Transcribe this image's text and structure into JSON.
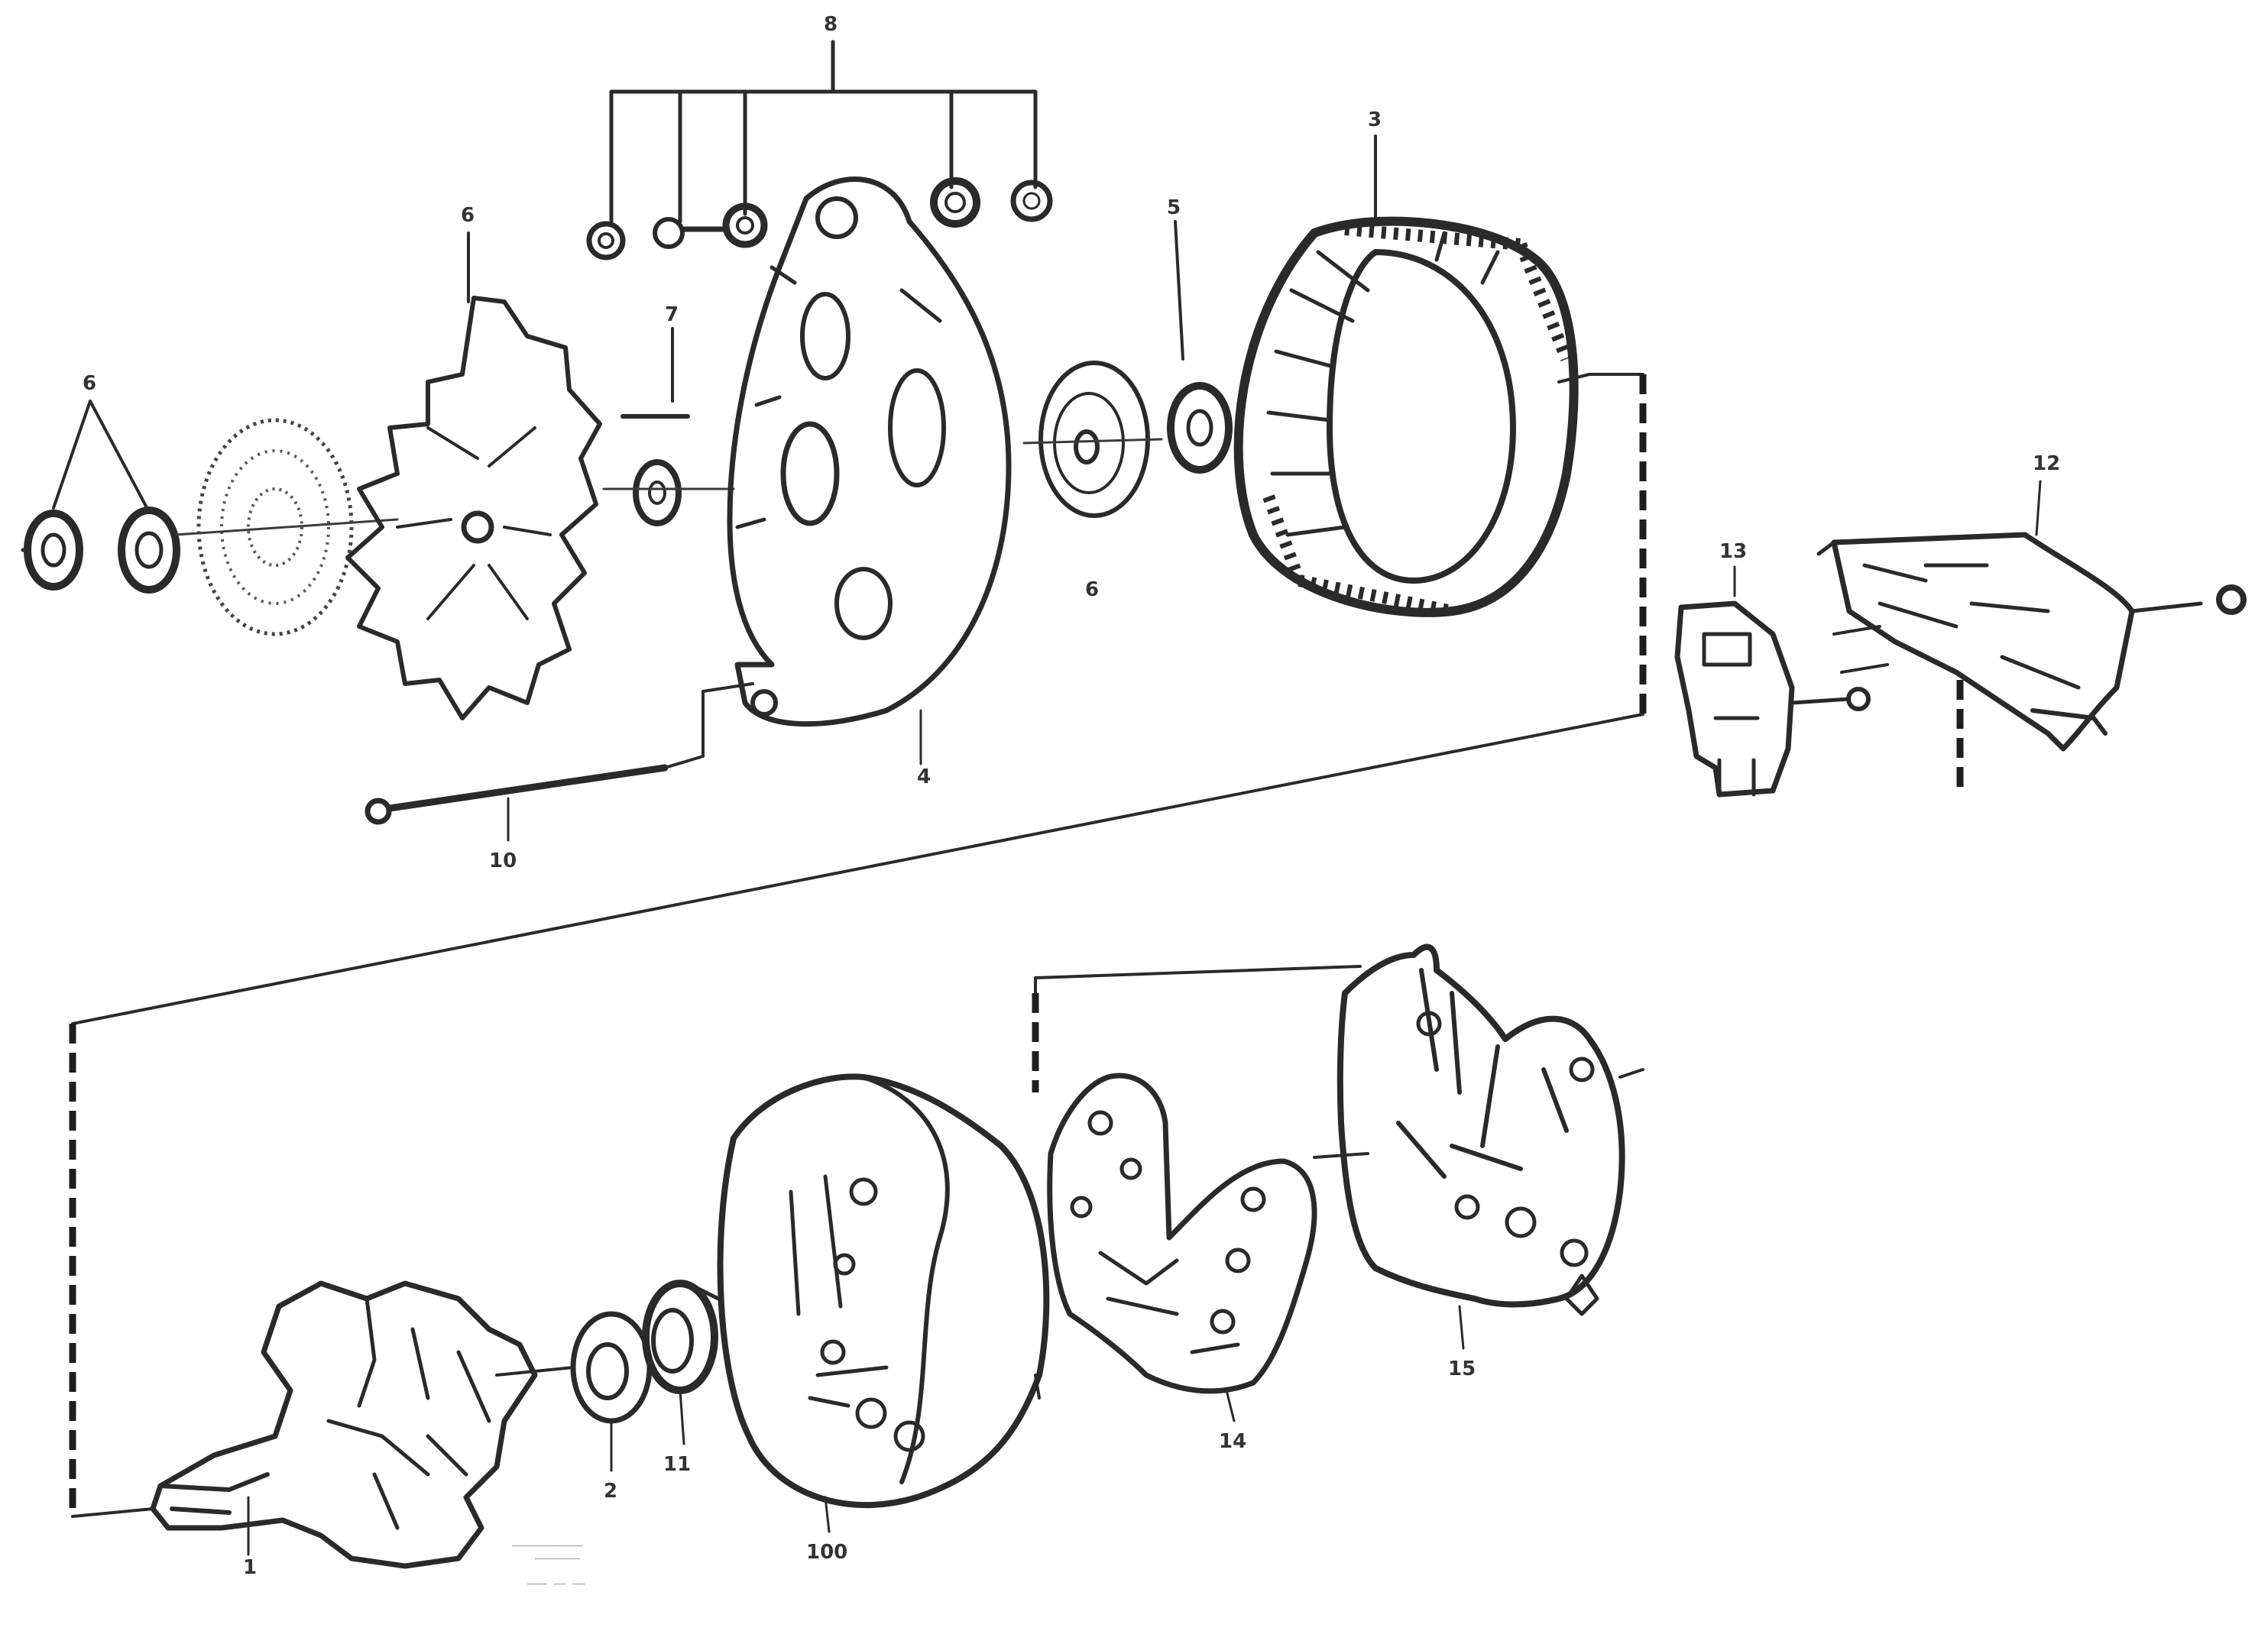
{
  "callouts": {
    "c8": "8",
    "c6_top": "6",
    "c6_left": "6",
    "c7": "7",
    "c3": "3",
    "c5_short": "5",
    "c6_mid": "6",
    "c4": "4",
    "c10": "10",
    "c12": "12",
    "c13": "13",
    "c1": "1",
    "c2": "2",
    "c11": "11",
    "c100": "100",
    "c14": "14",
    "c15": "15"
  },
  "drawing_code": {
    "line1": "___________",
    "line2": "_______",
    "line3": "___ __ __"
  }
}
